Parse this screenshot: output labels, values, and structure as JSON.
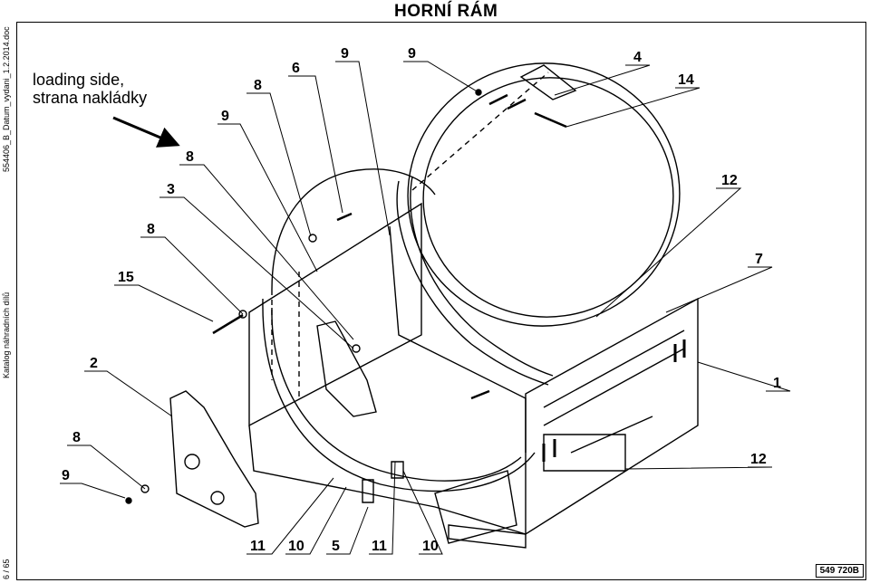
{
  "header": {
    "title": "HORNÍ RÁM"
  },
  "margin": {
    "file_name": "554406_B_Datum_vydani_1.2.2014.doc",
    "catalog": "Katalog náhradních dílů",
    "page": "6 / 65"
  },
  "note": {
    "line1": "loading side,",
    "line2": "strana nakládky"
  },
  "drawing_number": "549 720B",
  "callouts": [
    {
      "id": "c1",
      "label": "6"
    },
    {
      "id": "c2",
      "label": "9"
    },
    {
      "id": "c3",
      "label": "9"
    },
    {
      "id": "c4",
      "label": "8"
    },
    {
      "id": "c5",
      "label": "9"
    },
    {
      "id": "c6",
      "label": "4"
    },
    {
      "id": "c7",
      "label": "14"
    },
    {
      "id": "c8",
      "label": "8"
    },
    {
      "id": "c9",
      "label": "3"
    },
    {
      "id": "c10",
      "label": "12"
    },
    {
      "id": "c11",
      "label": "8"
    },
    {
      "id": "c12",
      "label": "7"
    },
    {
      "id": "c13",
      "label": "15"
    },
    {
      "id": "c14",
      "label": "2"
    },
    {
      "id": "c15",
      "label": "1"
    },
    {
      "id": "c16",
      "label": "8"
    },
    {
      "id": "c17",
      "label": "12"
    },
    {
      "id": "c18",
      "label": "9"
    },
    {
      "id": "c19",
      "label": "11"
    },
    {
      "id": "c20",
      "label": "10"
    },
    {
      "id": "c21",
      "label": "5"
    },
    {
      "id": "c22",
      "label": "11"
    },
    {
      "id": "c23",
      "label": "10"
    }
  ]
}
